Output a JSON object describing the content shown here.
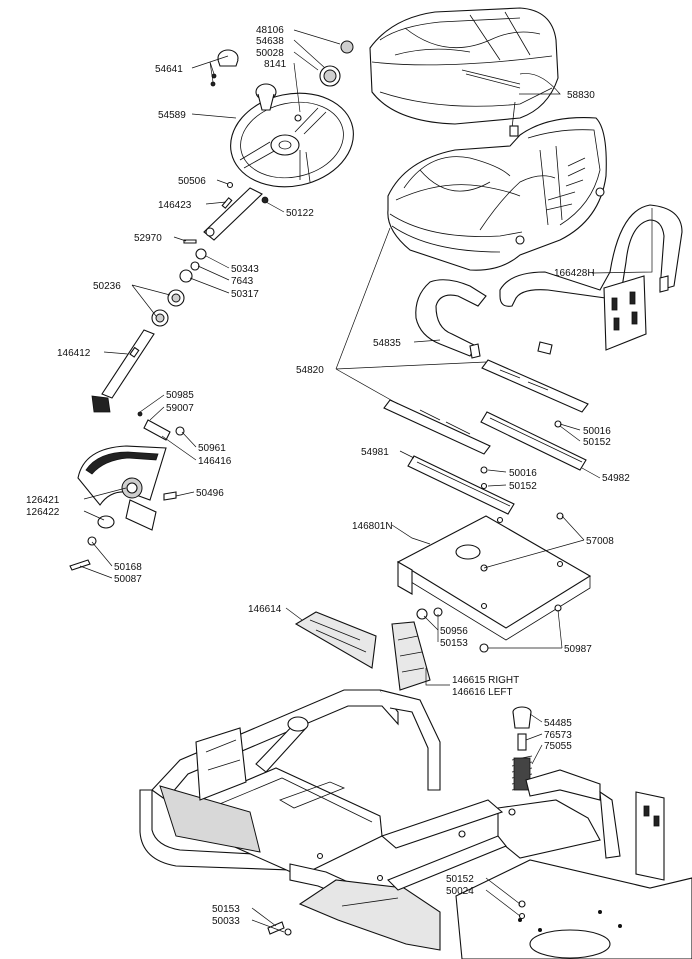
{
  "diagram": {
    "parts": [
      {
        "id": "48106"
      },
      {
        "id": "54638"
      },
      {
        "id": "50028"
      },
      {
        "id": "8141"
      },
      {
        "id": "54641"
      },
      {
        "id": "54589"
      },
      {
        "id": "58830"
      },
      {
        "id": "50506"
      },
      {
        "id": "146423"
      },
      {
        "id": "50122"
      },
      {
        "id": "52970"
      },
      {
        "id": "50343"
      },
      {
        "id": "7643"
      },
      {
        "id": "50317"
      },
      {
        "id": "50236"
      },
      {
        "id": "166428H"
      },
      {
        "id": "146412"
      },
      {
        "id": "54835"
      },
      {
        "id": "54820"
      },
      {
        "id": "50985"
      },
      {
        "id": "59007"
      },
      {
        "id": "50016"
      },
      {
        "id": "50152"
      },
      {
        "id": "50961"
      },
      {
        "id": "146416"
      },
      {
        "id": "54981"
      },
      {
        "id": "54982"
      },
      {
        "id": "126421"
      },
      {
        "id": "126422"
      },
      {
        "id": "50496"
      },
      {
        "id": "146801N"
      },
      {
        "id": "57008"
      },
      {
        "id": "50168"
      },
      {
        "id": "50087"
      },
      {
        "id": "146614"
      },
      {
        "id": "50956"
      },
      {
        "id": "50153"
      },
      {
        "id": "50987"
      },
      {
        "id": "146615 RIGHT"
      },
      {
        "id": "146616 LEFT"
      },
      {
        "id": "54485"
      },
      {
        "id": "76573"
      },
      {
        "id": "75055"
      },
      {
        "id": "50024"
      },
      {
        "id": "50033"
      }
    ],
    "labels": {
      "l48106": "48106",
      "l54638": "54638",
      "l50028": "50028",
      "l8141": "8141",
      "l54641": "54641",
      "l54589": "54589",
      "l58830": "58830",
      "l50506": "50506",
      "l146423": "146423",
      "l50122": "50122",
      "l52970": "52970",
      "l50343": "50343",
      "l7643": "7643",
      "l50317": "50317",
      "l50236": "50236",
      "l166428H": "166428H",
      "l146412": "146412",
      "l54835": "54835",
      "l54820": "54820",
      "l50985": "50985",
      "l59007": "59007",
      "l50016a": "50016",
      "l50152a": "50152",
      "l50961": "50961",
      "l146416": "146416",
      "l54981": "54981",
      "l50016b": "50016",
      "l50152b": "50152",
      "l54982": "54982",
      "l126421": "126421",
      "l126422": "126422",
      "l50496": "50496",
      "l146801N": "146801N",
      "l57008": "57008",
      "l50168": "50168",
      "l50087": "50087",
      "l146614": "146614",
      "l50956": "50956",
      "l50153a": "50153",
      "l50987": "50987",
      "l146615": "146615 RIGHT",
      "l146616": "146616 LEFT",
      "l54485": "54485",
      "l76573": "76573",
      "l75055": "75055",
      "l50152c": "50152",
      "l50024": "50024",
      "l50153b": "50153",
      "l50033": "50033"
    }
  }
}
